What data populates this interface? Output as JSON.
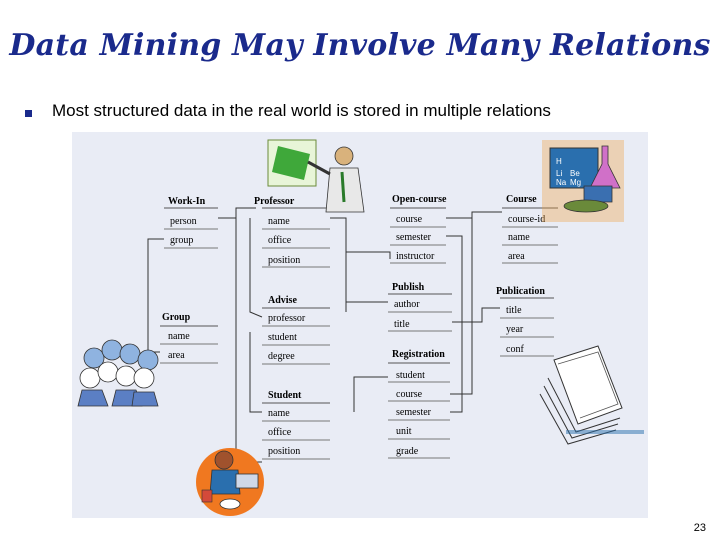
{
  "slide": {
    "title": "Data Mining May Involve Many Relations",
    "bullet": "Most structured data in the real world is stored in multiple relations",
    "page_number": "23"
  },
  "relations": {
    "work_in": {
      "name": "Work-In",
      "fields": [
        "person",
        "group"
      ]
    },
    "professor": {
      "name": "Professor",
      "fields": [
        "name",
        "office",
        "position"
      ]
    },
    "open_course": {
      "name": "Open-course",
      "fields": [
        "course",
        "semester",
        "instructor"
      ]
    },
    "course": {
      "name": "Course",
      "fields": [
        "course-id",
        "name",
        "area"
      ]
    },
    "group": {
      "name": "Group",
      "fields": [
        "name",
        "area"
      ]
    },
    "advise": {
      "name": "Advise",
      "fields": [
        "professor",
        "student",
        "degree"
      ]
    },
    "publish": {
      "name": "Publish",
      "fields": [
        "author",
        "title"
      ]
    },
    "publication": {
      "name": "Publication",
      "fields": [
        "title",
        "year",
        "conf"
      ]
    },
    "registration": {
      "name": "Registration",
      "fields": [
        "student",
        "course",
        "semester",
        "unit",
        "grade"
      ]
    },
    "student": {
      "name": "Student",
      "fields": [
        "name",
        "office",
        "position"
      ]
    }
  },
  "clipart": {
    "chalkboard_text": [
      "H",
      "Li",
      "Be",
      "Na",
      "Mg"
    ],
    "icons": [
      "professor-clipart-icon",
      "chemistry-clipart-icon",
      "people-group-clipart-icon",
      "student-laptop-clipart-icon",
      "books-clipart-icon"
    ]
  }
}
